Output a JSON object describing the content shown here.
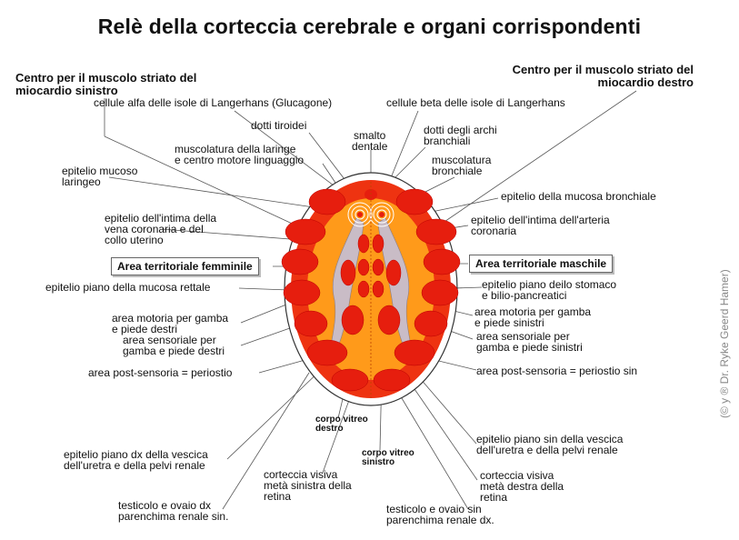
{
  "title": "Relè della corteccia cerebrale e organi corrispondenti",
  "copyright": "(© y ® Dr. Ryke Geerd Hamer)",
  "areas": {
    "female": "Area territoriale femminile",
    "male": "Area territoriale maschile"
  },
  "labels": {
    "left_myocardium": [
      "Centro per il muscolo striato  del",
      "miocardio sinistro"
    ],
    "right_myocardium": [
      "Centro per il muscolo striato  del",
      "miocardio destro"
    ],
    "alpha_cells": "cellule alfa delle isole di Langerhans (Glucagone)",
    "beta_cells": "cellule beta delle isole di Langerhans",
    "thyroid_ducts": "dotti tiroidei",
    "enamel": [
      "smalto",
      "dentale"
    ],
    "branchial_ducts": [
      "dotti degli archi",
      "branchiali"
    ],
    "larynx_muscle": [
      "muscolatura della laringe",
      "e centro motore linguaggio"
    ],
    "bronchial_muscle": [
      "muscolatura",
      "bronchiale"
    ],
    "laryngeal_mucosa": [
      "epitelio mucoso",
      "laringeo"
    ],
    "bronchial_mucosa": "epitelio della mucosa bronchiale",
    "coronary_vein": [
      "epitelio dell'intima della",
      "vena coronaria  e del",
      "collo uterino"
    ],
    "coronary_artery": [
      "epitelio dell'intima dell'arteria",
      "coronaria"
    ],
    "rectal_mucosa": "epitelio piano della mucosa rettale",
    "stomach": [
      "epitelio piano deilo stomaco",
      "e bilio-pancreatici"
    ],
    "motor_right": [
      "area motoria per gamba",
      "e piede destri"
    ],
    "motor_left": [
      "area motoria per gamba",
      "e piede sinistri"
    ],
    "sensory_right": [
      "area sensoriale per",
      "gamba e piede destri"
    ],
    "sensory_left": [
      "area sensoriale per",
      "gamba e piede sinistri"
    ],
    "post_sensory_right": "area post-sensoria = periostio",
    "post_sensory_left": "area post-sensoria = periostio sin",
    "vitreous_right": [
      "corpo vitreo",
      "destro"
    ],
    "vitreous_left": [
      "corpo vitreo",
      "sinistro"
    ],
    "bladder_right": [
      "epitelio piano dx della vescica",
      "dell'uretra e della pelvi renale"
    ],
    "bladder_left": [
      "epitelio piano sin della vescica",
      "dell'uretra e della pelvi renale"
    ],
    "visual_left_half": [
      "corteccia visiva",
      "metà sinistra della",
      "retina"
    ],
    "visual_right_half": [
      "corteccia visiva",
      "metà destra della",
      "retina"
    ],
    "gonad_right": [
      "testicolo e ovaio dx",
      "parenchima renale sin."
    ],
    "gonad_left": [
      "testicolo e ovaio sin",
      "parenchima renale dx."
    ]
  },
  "colors": {
    "outer_ring": "#ee3311",
    "inner_field": "#ff9a1a",
    "relay": "#e61e0e",
    "ventricle": "#c9bcc6",
    "line": "#555555"
  }
}
